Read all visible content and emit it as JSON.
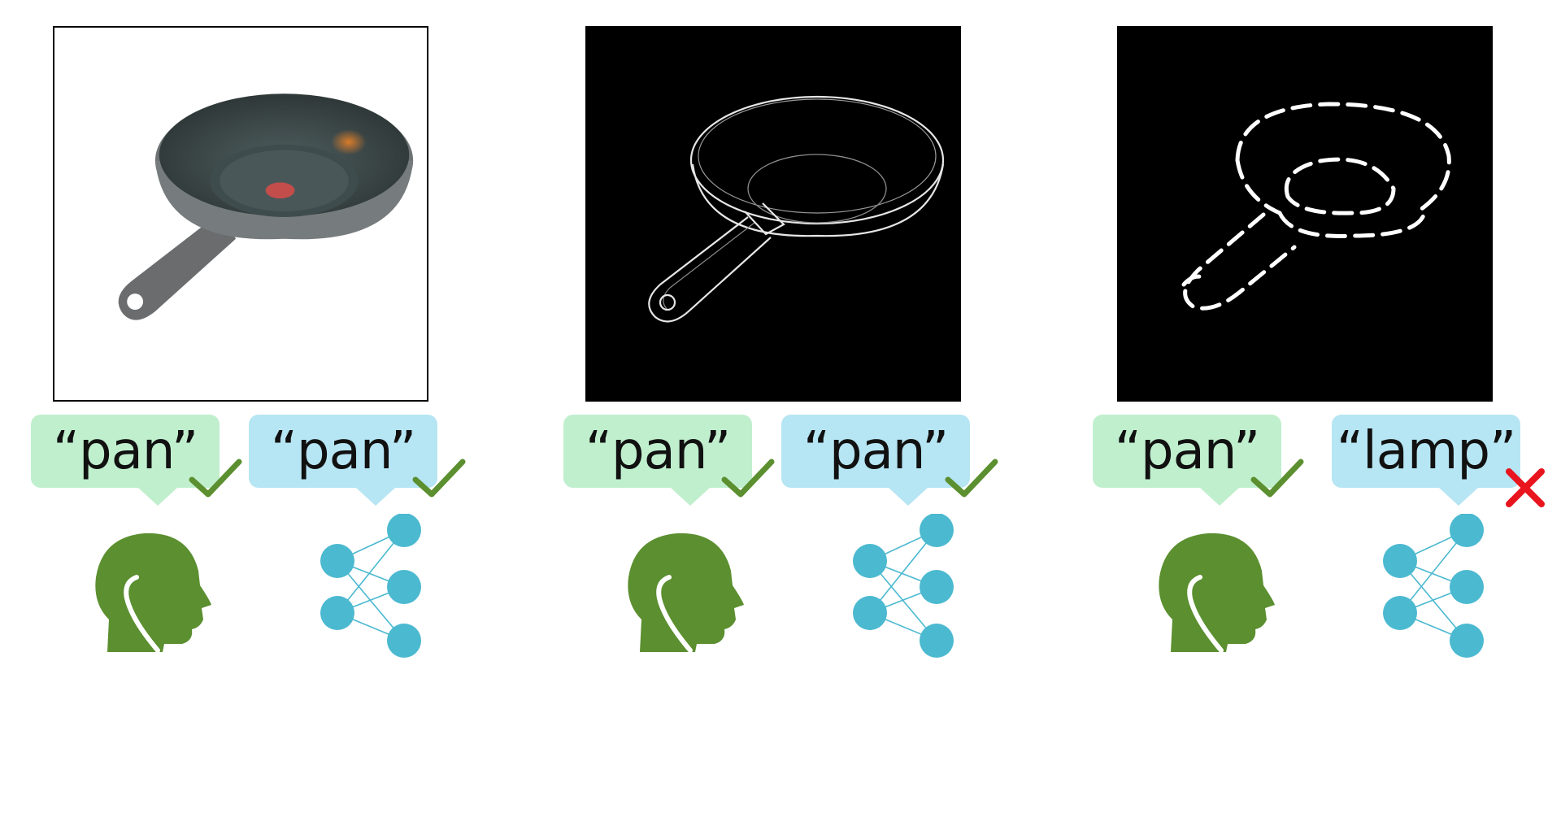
{
  "colors": {
    "human_bubble": "#c0efce",
    "model_bubble": "#b6e5f3",
    "human_icon": "#5b8f2f",
    "network_icon": "#4bb9d0",
    "check": "#5b8f2f",
    "cross": "#e8141e"
  },
  "panels": [
    {
      "image": "pan-photo",
      "human_label": "“pan”",
      "human_mark": "check-icon",
      "model_label": "“pan”",
      "model_mark": "check-icon"
    },
    {
      "image": "pan-edge-map",
      "human_label": "“pan”",
      "human_mark": "check-icon",
      "model_label": "“pan”",
      "model_mark": "check-icon"
    },
    {
      "image": "pan-dashed-contour",
      "human_label": "“pan”",
      "human_mark": "check-icon",
      "model_label": "“lamp”",
      "model_mark": "cross-icon"
    }
  ]
}
